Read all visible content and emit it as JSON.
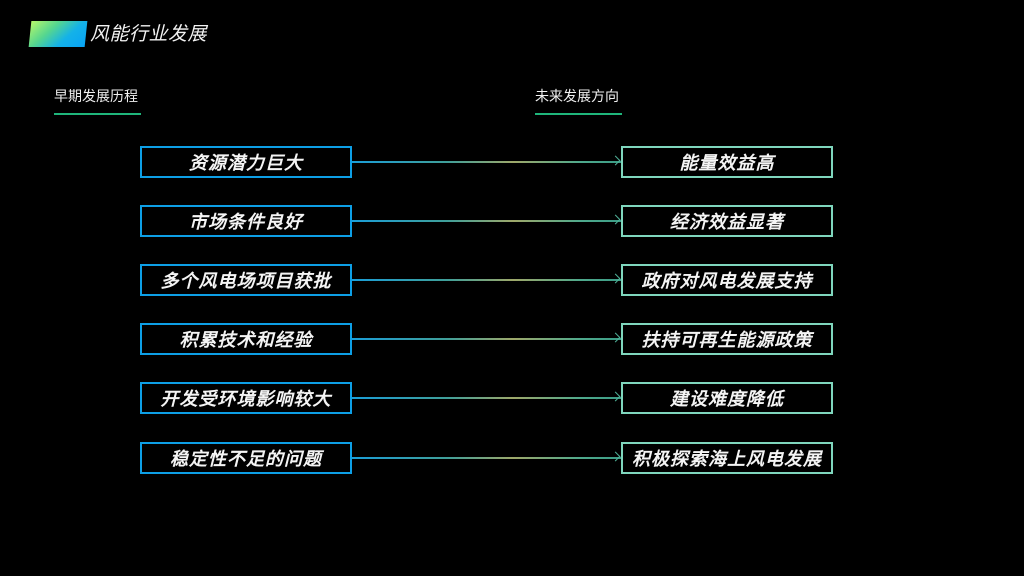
{
  "header": {
    "title": "风能行业发展",
    "accent_gradient": [
      "#b6f76a",
      "#08a3f6"
    ]
  },
  "sections": {
    "left": {
      "label": "早期发展历程"
    },
    "right": {
      "label": "未来发展方向"
    }
  },
  "colors": {
    "left_box_border": "#0d9fe6",
    "right_box_border": "#7fd6bd",
    "section_underline": "#1fb57b",
    "background": "#000000"
  },
  "rows": [
    {
      "left": "资源潜力巨大",
      "right": "能量效益高"
    },
    {
      "left": "市场条件良好",
      "right": "经济效益显著"
    },
    {
      "left": "多个风电场项目获批",
      "right": "政府对风电发展支持"
    },
    {
      "left": "积累技术和经验",
      "right": "扶持可再生能源政策"
    },
    {
      "left": "开发受环境影响较大",
      "right": "建设难度降低"
    },
    {
      "left": "稳定性不足的问题",
      "right": "积极探索海上风电发展"
    }
  ]
}
